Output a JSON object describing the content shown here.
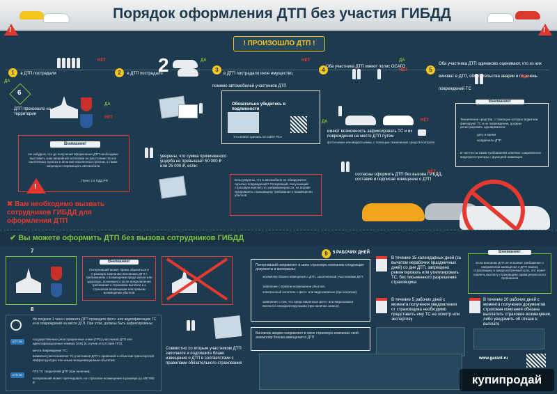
{
  "header": {
    "title": "Порядок оформления ДТП без участия ГИБДД"
  },
  "banner": {
    "label": "ПРОИЗОШЛО ДТП"
  },
  "flow": {
    "steps": [
      {
        "num": "1",
        "text": "в ДТП пострадали",
        "yes": "ДА",
        "no": "НЕТ"
      },
      {
        "num": "2",
        "text": "в ДТП пострадало",
        "count": "2",
        "yes": "ДА",
        "no": "НЕТ"
      },
      {
        "num": "3",
        "text": "в ДТП пострадало иное имущество, помимо автомобилей участников ДТП",
        "yes": "ДА",
        "no": "НЕТ"
      },
      {
        "num": "4",
        "text": "Оба участника ДТП имеют полис ОСАГО",
        "yes": "ДА",
        "no": "НЕТ"
      },
      {
        "num": "5",
        "text": "Оба участника ДТП одинаково оценивают, кто из них виноват в ДТП, обстоятельства аварии и перечень повреждений ТС",
        "yes": "ДА",
        "no": "НЕТ"
      },
      {
        "num": "6",
        "text": "ДТП произошло на территории",
        "yes": "ДА",
        "no": "НЕТ"
      }
    ],
    "attention_label": "Внимание!",
    "warning_text": "Не забудьте, что до получения оформления ДТП необходимо выставить знак аварийной остановки на расстоянии 15 м в населенных пунктах и 30 м вне населенных пунктов, а также запрещено перемещать автомобили",
    "warning_ref": "Пункт 2.5 ПДД РФ",
    "check_title": "Обязательно убедитесь в подлинности",
    "check_sub": "Это можно сделать на сайте РСА",
    "sum_text": "уверены, что сумма причиненного ущерба не превышает 50 000 ₽ или 25 000 ₽, если:",
    "sum_note": "В вы уверены, что в автомобиле не обнаружится скрытых повреждений? Потерявший, получающий страховую выплату по неправомерности, не вправе предъявлять страховщику требования о возмещении убытков",
    "fix_text": "имеют возможность зафиксировать ТС и их повреждения на месте ДТП путем",
    "fix_sub": "фотосъемки или видеосъемки, с помощью технических средств контроля",
    "gibdd_text": "согласны оформить ДТП без вызова ГИБДД, составив и подписав извещение о ДТП",
    "tech_text": "Технические средства, с помощью которых водители фиксируют ТС и их повреждения, должны регистрировать одновременно:",
    "tech_items": [
      "дату и время",
      "координаты ДТП"
    ],
    "tech_note": "В частности таким требованиям отвечает современное видеорегистраторы с функцией навигации",
    "call_gibdd": "Вам необходимо вызвать сотрудников ГИБДД для оформления ДТП"
  },
  "section2": {
    "title": "Вы можете оформить ДТП без вызова сотрудников ГИБДД",
    "step7": "7",
    "step8": "8",
    "step9": "9",
    "days5": "5 РАБОЧИХ ДНЕЙ",
    "attention_text": "Потерпевший может прямо обратиться в страховую компанию виновника ДТП с требованием о возмещении вреда жизни или здоровью, возникшего после предъявления требования о страховом выплате и о страховом возмещении или прямом возмещении убытков",
    "photo_text": "Не позднее 1 часа с момента ДТП проведите фото- или видеофиксацию ТС и их повреждений на месте ДТП. При этом, должны быть зафиксированы:",
    "photo_items": [
      "государственные регистрационные знаки (ГРЗ) участников ДТП или идентификационные номера (VIN) (в случае отсутствия ГРЗ);",
      "места повреждения ТС;",
      "взаимное расположение ТС участников ДТП с привязкой к объектам транспортной инфраструктуры или иным неперемещаемым объектам;",
      "ГРЗ ТС свидетелей ДТП (при наличии);",
      "потерпевший может претендовать на страховое возмещение в размере до 400 000 ₽"
    ],
    "notice_text": "Совместно со вторым участником ДТП заполните и подпишите бланк извещения о ДТП в соответствии с правилами обязательного страхования",
    "send_text": "Потерпевший направляет в свою страховую компанию следующие документы и материалы:",
    "send_items": [
      "экземпляр бланка извещения о ДТП, заполненный участниками ДТП;",
      "заявление о прямом возмещении убытков;",
      "электронный носитель с фото- или видеозаписью (при наличии);",
      "заявление о том, что представленные фото- или видеозаписи являются некорректируемыми (при наличии записи)"
    ],
    "culprit_text": "Виновник аварии направляет в свою страховую компанию свой экземпляр бланка извещения о ДТП",
    "day15_text": "В течение 15 календарных дней (за вычетом нерабочих праздничных дней) со дня ДТП, запрещено ремонтировать или утилизировать ТС, без письменного разрешения страховщика",
    "day5_text": "В течение 5 рабочих дней с момента получения уведомления от страховщика необходимо представить ему ТС на осмотр или экспертизу",
    "day20_text": "В течение 20 рабочих дней с момента получения документов страховая компания обязана выплатить страховое возмещение, либо уведомить об отказе в выплате",
    "warn_right": "Если виновник ДТП не исполнит требование о направлении извещения о ДТП своему страховщику в предусмотренный срок, это может повлечь выплату страховщику права регрессного требования",
    "badges": [
      "≤77 км",
      "≤78 км"
    ],
    "site": "www.garant.ru",
    "watermark": "купипродай"
  },
  "colors": {
    "bg": "#1d3a4f",
    "yes": "#7ec23e",
    "no": "#e53a30",
    "accent": "#f4c51f"
  }
}
